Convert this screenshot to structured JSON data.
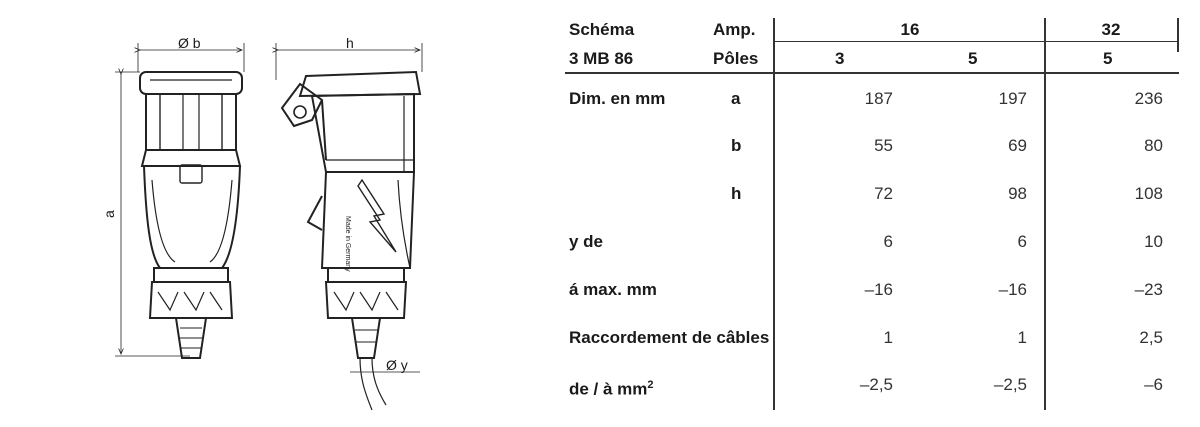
{
  "drawing": {
    "dim_b": "Ø b",
    "dim_h": "h",
    "dim_a": "a",
    "dim_y": "Ø y",
    "marking": "Made in Germany"
  },
  "table": {
    "header": {
      "schema_label": "Schéma",
      "model": "3 MB 86",
      "amp_label": "Amp.",
      "poles_label": "Pôles",
      "amp_16": "16",
      "amp_32": "32",
      "poles": [
        "3",
        "5",
        "5"
      ]
    },
    "rows": [
      {
        "label": "Dim. en mm",
        "sub": "a",
        "values": [
          "187",
          "197",
          "236"
        ]
      },
      {
        "label": "",
        "sub": "b",
        "values": [
          "55",
          "69",
          "80"
        ]
      },
      {
        "label": "",
        "sub": "h",
        "values": [
          "72",
          "98",
          "108"
        ]
      },
      {
        "label": "y de",
        "sub": "",
        "values": [
          "6",
          "6",
          "10"
        ]
      },
      {
        "label": "á max. mm",
        "sub": "",
        "values": [
          "–16",
          "–16",
          "–23"
        ]
      },
      {
        "label": "Raccordement de câbles",
        "sub": "",
        "values": [
          "1",
          "1",
          "2,5"
        ]
      },
      {
        "label": "de / à mm",
        "label_sup": "2",
        "sub": "",
        "values": [
          "–2,5",
          "–2,5",
          "–6"
        ]
      }
    ]
  }
}
